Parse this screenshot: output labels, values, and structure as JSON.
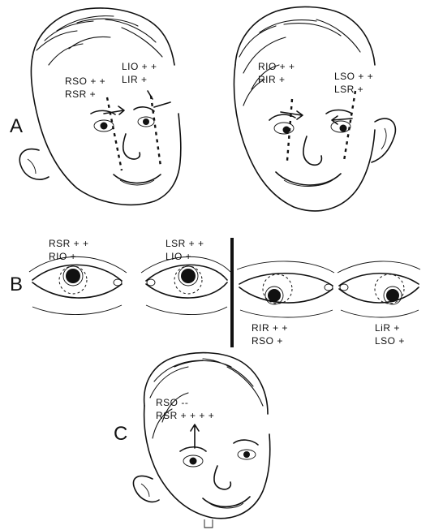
{
  "panels": {
    "a": {
      "letter": "A",
      "left_face": {
        "muscles_right": [
          "RSO + +",
          "RSR +"
        ],
        "muscles_left": [
          "LIO + +",
          "LIR +"
        ]
      },
      "right_face": {
        "muscles_right": [
          "RIO + +",
          "RIR +"
        ],
        "muscles_left": [
          "LSO + +",
          "LSR +"
        ]
      }
    },
    "b": {
      "letter": "B",
      "eyes": [
        {
          "lines": [
            "RSR + +",
            "RIO +"
          ]
        },
        {
          "lines": [
            "LSR + +",
            "LIO +"
          ]
        },
        {
          "lines": [
            "RIR + +",
            "RSO +"
          ]
        },
        {
          "lines": [
            "LiR +",
            "LSO +"
          ]
        }
      ]
    },
    "c": {
      "letter": "C",
      "muscles": [
        "RSO --",
        "RSR + + + +"
      ]
    }
  }
}
